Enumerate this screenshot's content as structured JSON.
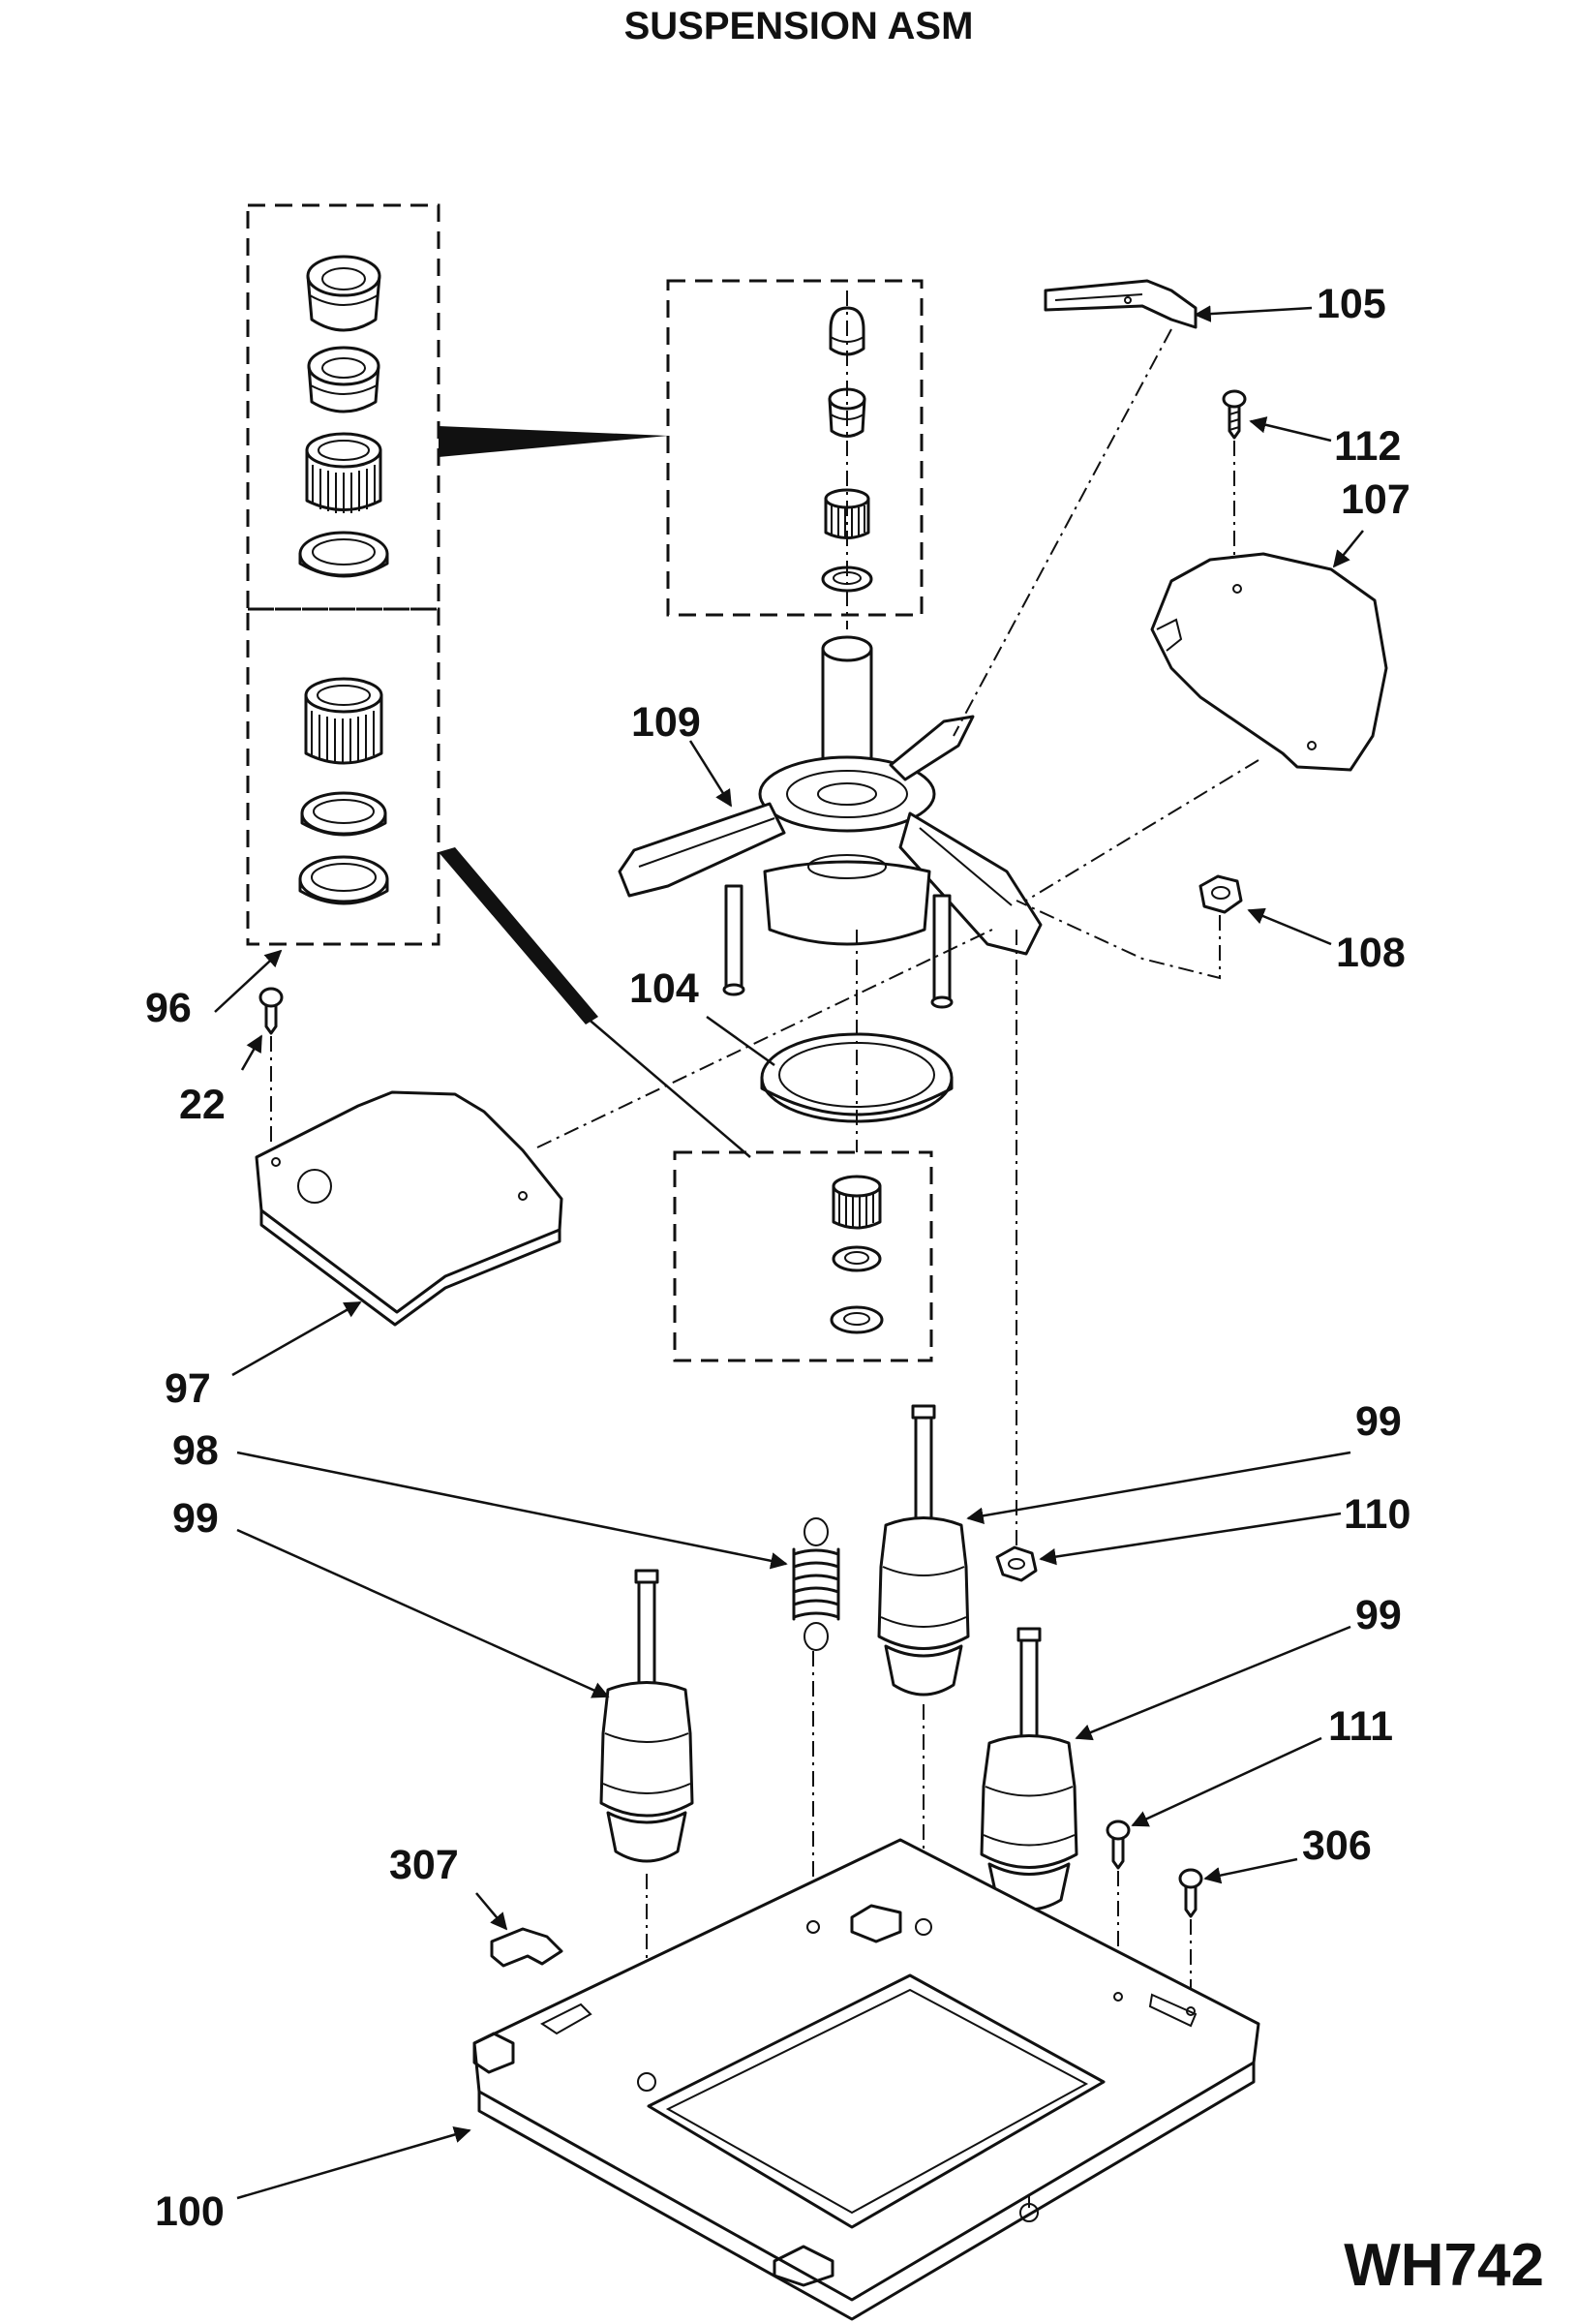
{
  "title": "SUSPENSION ASM",
  "diagram_code": "WH742",
  "callouts": [
    {
      "id": "c105",
      "text": "105"
    },
    {
      "id": "c112",
      "text": "112"
    },
    {
      "id": "c107",
      "text": "107"
    },
    {
      "id": "c109",
      "text": "109"
    },
    {
      "id": "c108",
      "text": "108"
    },
    {
      "id": "c96",
      "text": "96"
    },
    {
      "id": "c104",
      "text": "104"
    },
    {
      "id": "c22",
      "text": "22"
    },
    {
      "id": "c97",
      "text": "97"
    },
    {
      "id": "c99a",
      "text": "99"
    },
    {
      "id": "c98",
      "text": "98"
    },
    {
      "id": "c110",
      "text": "110"
    },
    {
      "id": "c99b",
      "text": "99"
    },
    {
      "id": "c99c",
      "text": "99"
    },
    {
      "id": "c111",
      "text": "111"
    },
    {
      "id": "c307",
      "text": "307"
    },
    {
      "id": "c306",
      "text": "306"
    },
    {
      "id": "c100",
      "text": "100"
    }
  ]
}
